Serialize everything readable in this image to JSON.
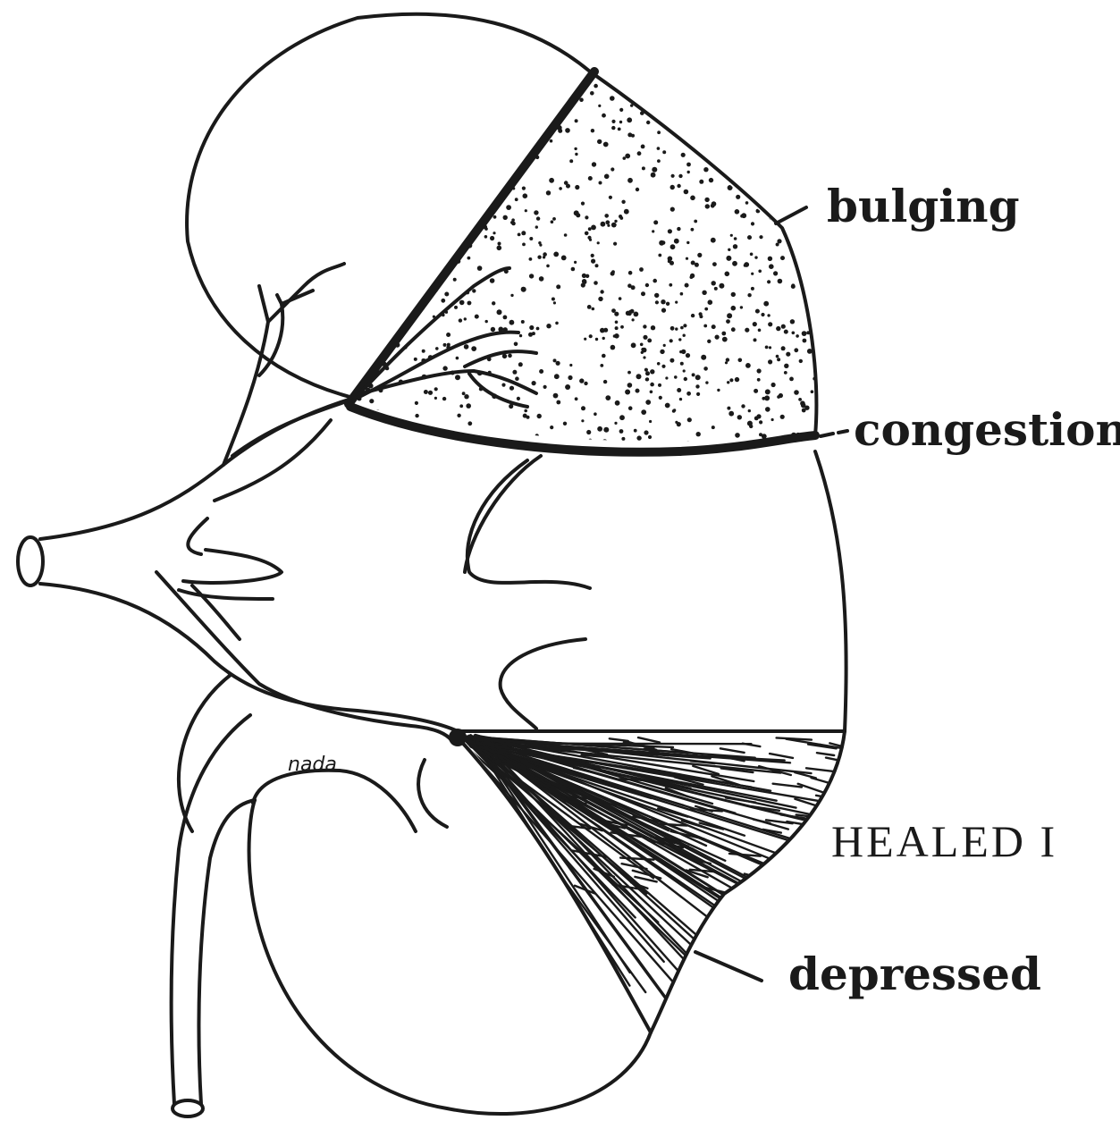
{
  "labels": {
    "bulging": "bulging",
    "congestion": "congestion",
    "healed": "HEALED I",
    "depressed": "depressed",
    "nada": "nada"
  },
  "colors": {
    "ink": "#1a1a1a",
    "paper": "#ffffff"
  }
}
